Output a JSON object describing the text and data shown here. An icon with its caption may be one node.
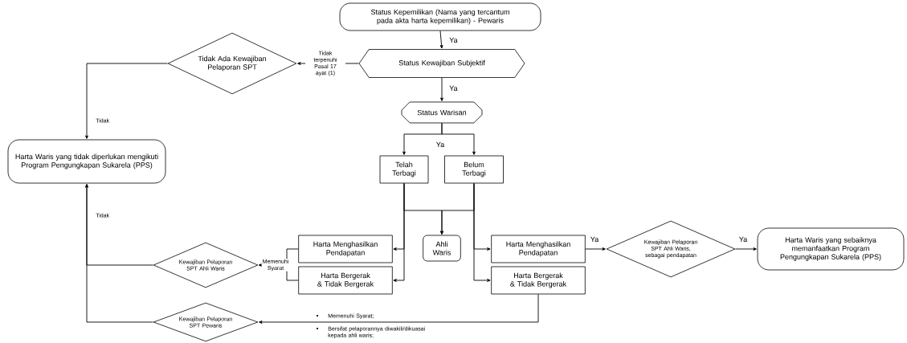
{
  "diagram": {
    "nodes": [
      {
        "text": [
          "Status Kepemilikan (Nama yang tercantum pada akta harta kepemilikan) - Pewaris"
        ]
      },
      {
        "text": [
          "Status Kewajiban Subjektif"
        ]
      },
      {
        "text": [
          "Tidak Ada Kewajiban Pelaporan SPT"
        ]
      },
      {
        "text": [
          "Status Warisan"
        ]
      },
      {
        "text": [
          "Harta Waris yang tidak diperlukan mengikuti Program Pengungkapan Sukarela (PPS)"
        ]
      },
      {
        "text": [
          "Telah Terbagi"
        ]
      },
      {
        "text": [
          "Belum Terbagi"
        ]
      },
      {
        "text": [
          "Ahli Waris"
        ]
      },
      {
        "text": [
          "Harta Menghasilkan Pendapatan"
        ]
      },
      {
        "text": [
          "Harta Bergerak & Tidak Bergerak"
        ]
      },
      {
        "text": [
          "Harta Menghasilkan Pendapatan"
        ]
      },
      {
        "text": [
          "Harta Bergerak & Tidak Bergerak"
        ]
      },
      {
        "text": [
          "Kewajiban Pelaporan SPT Ahli Waris"
        ]
      },
      {
        "text": [
          "Kewajiban Pelaporan SPT Pewaris"
        ]
      },
      {
        "text": [
          "Kewajiban Pelaporan SPT Ahli Waris, sebagai pendapatan"
        ]
      },
      {
        "text": [
          "Harta Waris yang sebaiknya memanfaatkan Program Pengungkapan Sukarela (PPS)"
        ]
      }
    ],
    "edges": [
      {
        "from": 0,
        "to": 1,
        "arrow": "to",
        "label": "Ya"
      },
      {
        "from": 1,
        "to": 2,
        "arrow": "to",
        "label": "Tidak terpenuhi Pasal 17 ayat (1)"
      },
      {
        "from": 1,
        "to": 3,
        "arrow": "to",
        "label": "Ya"
      },
      {
        "from": 2,
        "to": 4,
        "arrow": "to",
        "label": "Tidak"
      },
      {
        "from": 3,
        "to": 5,
        "arrow": "to"
      },
      {
        "from": 3,
        "to": 6,
        "arrow": "to",
        "label": "Ya"
      },
      {
        "from": 5,
        "to": 7,
        "arrow": "to"
      },
      {
        "from": 6,
        "to": 7,
        "arrow": "to"
      },
      {
        "from": 5,
        "to": 8,
        "arrow": "to"
      },
      {
        "from": 5,
        "to": 9,
        "arrow": "to"
      },
      {
        "from": 6,
        "to": 10,
        "arrow": "to"
      },
      {
        "from": 6,
        "to": 11,
        "arrow": "to"
      },
      {
        "from": 8,
        "to": 12,
        "arrow": "to",
        "label": "Memenuhi Syarat"
      },
      {
        "from": 9,
        "to": 12,
        "arrow": "to"
      },
      {
        "from": 10,
        "to": 14,
        "arrow": "to",
        "label": "Ya"
      },
      {
        "from": 14,
        "to": 15,
        "arrow": "to",
        "label": "Ya"
      },
      {
        "from": 11,
        "to": 13,
        "arrow": "to"
      },
      {
        "from": 12,
        "to": 4,
        "arrow": "to",
        "label": "Tidak"
      },
      {
        "from": 13,
        "to": 4,
        "arrow": "to"
      }
    ],
    "labels": [
      "Memenuhi Syarat;",
      "Bersifat pelaporannya diwakili/dikuasai kepada ahli waris;"
    ]
  }
}
